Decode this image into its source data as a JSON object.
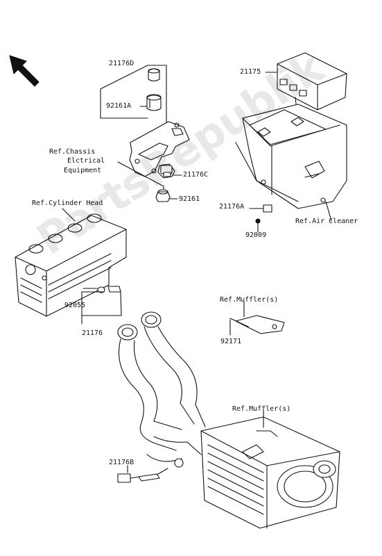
{
  "watermark": "PartsRepublik",
  "direction_icon": "front-direction-arrow-icon",
  "labels": {
    "p21176D": "21176D",
    "p92161A": "92161A",
    "ref_chassis_1": "Ref.Chassis",
    "ref_chassis_2": "Elctrical",
    "ref_chassis_3": "Equipment",
    "p21176C": "21176C",
    "p92161": "92161",
    "p21175": "21175",
    "p21176A": "21176A",
    "p92009": "92009",
    "ref_air_cleaner": "Ref.Air Cleaner",
    "ref_cyl_head": "Ref.Cylinder Head",
    "p92055": "92055",
    "p21176": "21176",
    "ref_muffler_1": "Ref.Muffler(s)",
    "p92171": "92171",
    "ref_muffler_2": "Ref.Muffler(s)",
    "p21176B": "21176B"
  }
}
